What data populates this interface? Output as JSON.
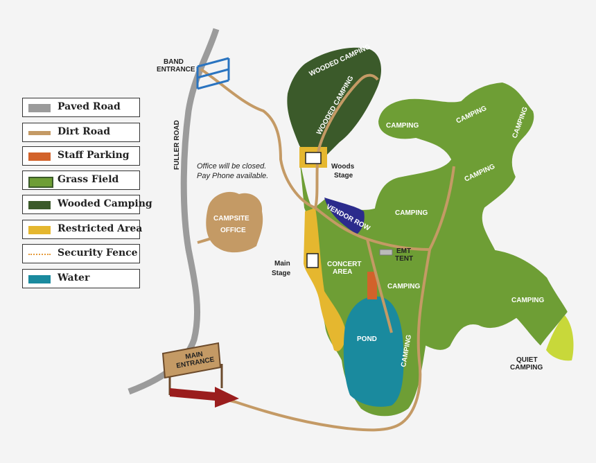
{
  "legend": [
    {
      "label": "Paved Road",
      "color": "#9b9b9b",
      "style": "bar"
    },
    {
      "label": "Dirt Road",
      "color": "#c49a65",
      "style": "bar"
    },
    {
      "label": "Staff Parking",
      "color": "#d2622a",
      "style": "box"
    },
    {
      "label": "Grass Field",
      "color": "#6e9e35",
      "style": "box"
    },
    {
      "label": "Wooded Camping",
      "color": "#3b5a2a",
      "style": "box"
    },
    {
      "label": "Restricted Area",
      "color": "#e5b72f",
      "style": "box"
    },
    {
      "label": "Security Fence",
      "color": "#e59a3a",
      "style": "dotted"
    },
    {
      "label": "Water",
      "color": "#1a8a9e",
      "style": "box"
    }
  ],
  "labels": {
    "band_entrance_1": "BAND",
    "band_entrance_2": "ENTRANCE",
    "fuller_road": "FULLER ROAD",
    "office_note_1": "Office will be closed.",
    "office_note_2": "Pay Phone available.",
    "campsite_office_1": "CAMPSITE",
    "campsite_office_2": "OFFICE",
    "main_entrance_1": "MAIN",
    "main_entrance_2": "ENTRANCE",
    "wooded_camping_top": "WOODED CAMPING",
    "wooded_camping_inner": "WOODED CAMPING",
    "woods_stage_1": "Woods",
    "woods_stage_2": "Stage",
    "vendor_row": "VENDOR ROW",
    "main_stage_1": "Main",
    "main_stage_2": "Stage",
    "concert_area_1": "CONCERT",
    "concert_area_2": "AREA",
    "emt_tent_1": "EMT",
    "emt_tent_2": "TENT",
    "pond": "POND",
    "camping_1": "CAMPING",
    "camping_2": "CAMPING",
    "camping_3": "CAMPING",
    "camping_4": "CAMPING",
    "camping_5": "CAMPING",
    "camping_6": "CAMPING",
    "camping_7": "CAMPING",
    "camping_8": "CAMPING",
    "quiet_camping_1": "QUIET",
    "quiet_camping_2": "CAMPING"
  }
}
